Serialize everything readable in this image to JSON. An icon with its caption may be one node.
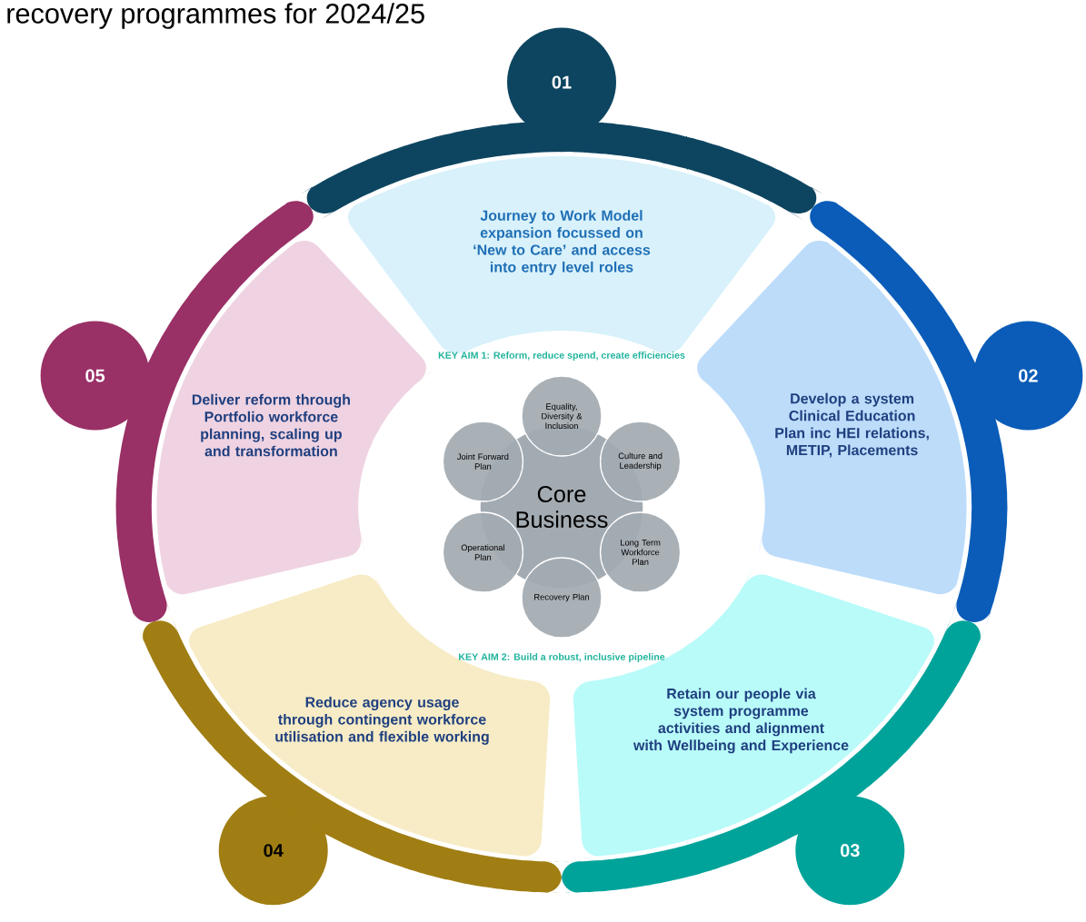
{
  "diagram": {
    "title": "recovery programmes for 2024/25",
    "nodes": [
      {
        "text": [
          "01"
        ]
      },
      {
        "text": [
          "Journey to Work Model expansion focussed on ‘New to Care’ and access into entry level roles"
        ]
      },
      {
        "text": [
          "02"
        ]
      },
      {
        "text": [
          "Develop a system Clinical Education Plan inc HEI relations, METIP, Placements"
        ]
      },
      {
        "text": [
          "03"
        ]
      },
      {
        "text": [
          "Retain our people via system programme activities and alignment with Wellbeing and Experience"
        ]
      },
      {
        "text": [
          "04"
        ]
      },
      {
        "text": [
          "Reduce agency usage through contingent workforce utilisation and flexible working"
        ]
      },
      {
        "text": [
          "05"
        ]
      },
      {
        "text": [
          "Deliver reform through Portfolio workforce planning, scaling up and transformation"
        ]
      },
      {
        "text": [
          "Core Business"
        ]
      },
      {
        "text": [
          "Equality, Diversity & Inclusion"
        ]
      },
      {
        "text": [
          "Culture and Leadership"
        ]
      },
      {
        "text": [
          "Long Term Workforce Plan"
        ]
      },
      {
        "text": [
          "Recovery Plan"
        ]
      },
      {
        "text": [
          "Operational Plan"
        ]
      },
      {
        "text": [
          "Joint Forward Plan"
        ]
      }
    ],
    "edges": [],
    "labels": [
      "KEY AIM 1: Reform, reduce spend, create efficiencies",
      "KEY AIM 2: Build a robust, inclusive pipeline"
    ]
  }
}
